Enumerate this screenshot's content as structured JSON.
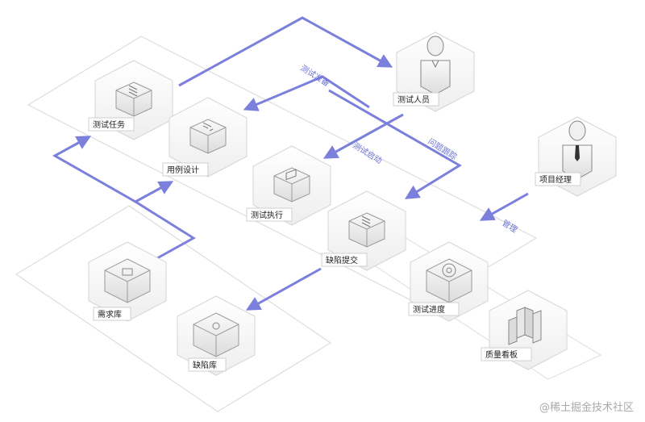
{
  "nodes": {
    "test_task": "测试任务",
    "use_case_design": "用例设计",
    "test_execution": "测试执行",
    "defect_submit": "缺陷提交",
    "requirement_repo": "需求库",
    "defect_repo": "缺陷库",
    "tester": "测试人员",
    "project_manager": "项目经理",
    "test_progress": "测试进度",
    "quality_board": "质量看板"
  },
  "flows": {
    "test_prep": "测试准备",
    "test_start": "测试启动",
    "issue_tracking": "问题跟踪",
    "management": "管理"
  },
  "watermark": "@稀土掘金技术社区",
  "colors": {
    "flow": "#7b80dc",
    "plate": "#d5d5d5",
    "node_fill": "#f2f2f2"
  }
}
